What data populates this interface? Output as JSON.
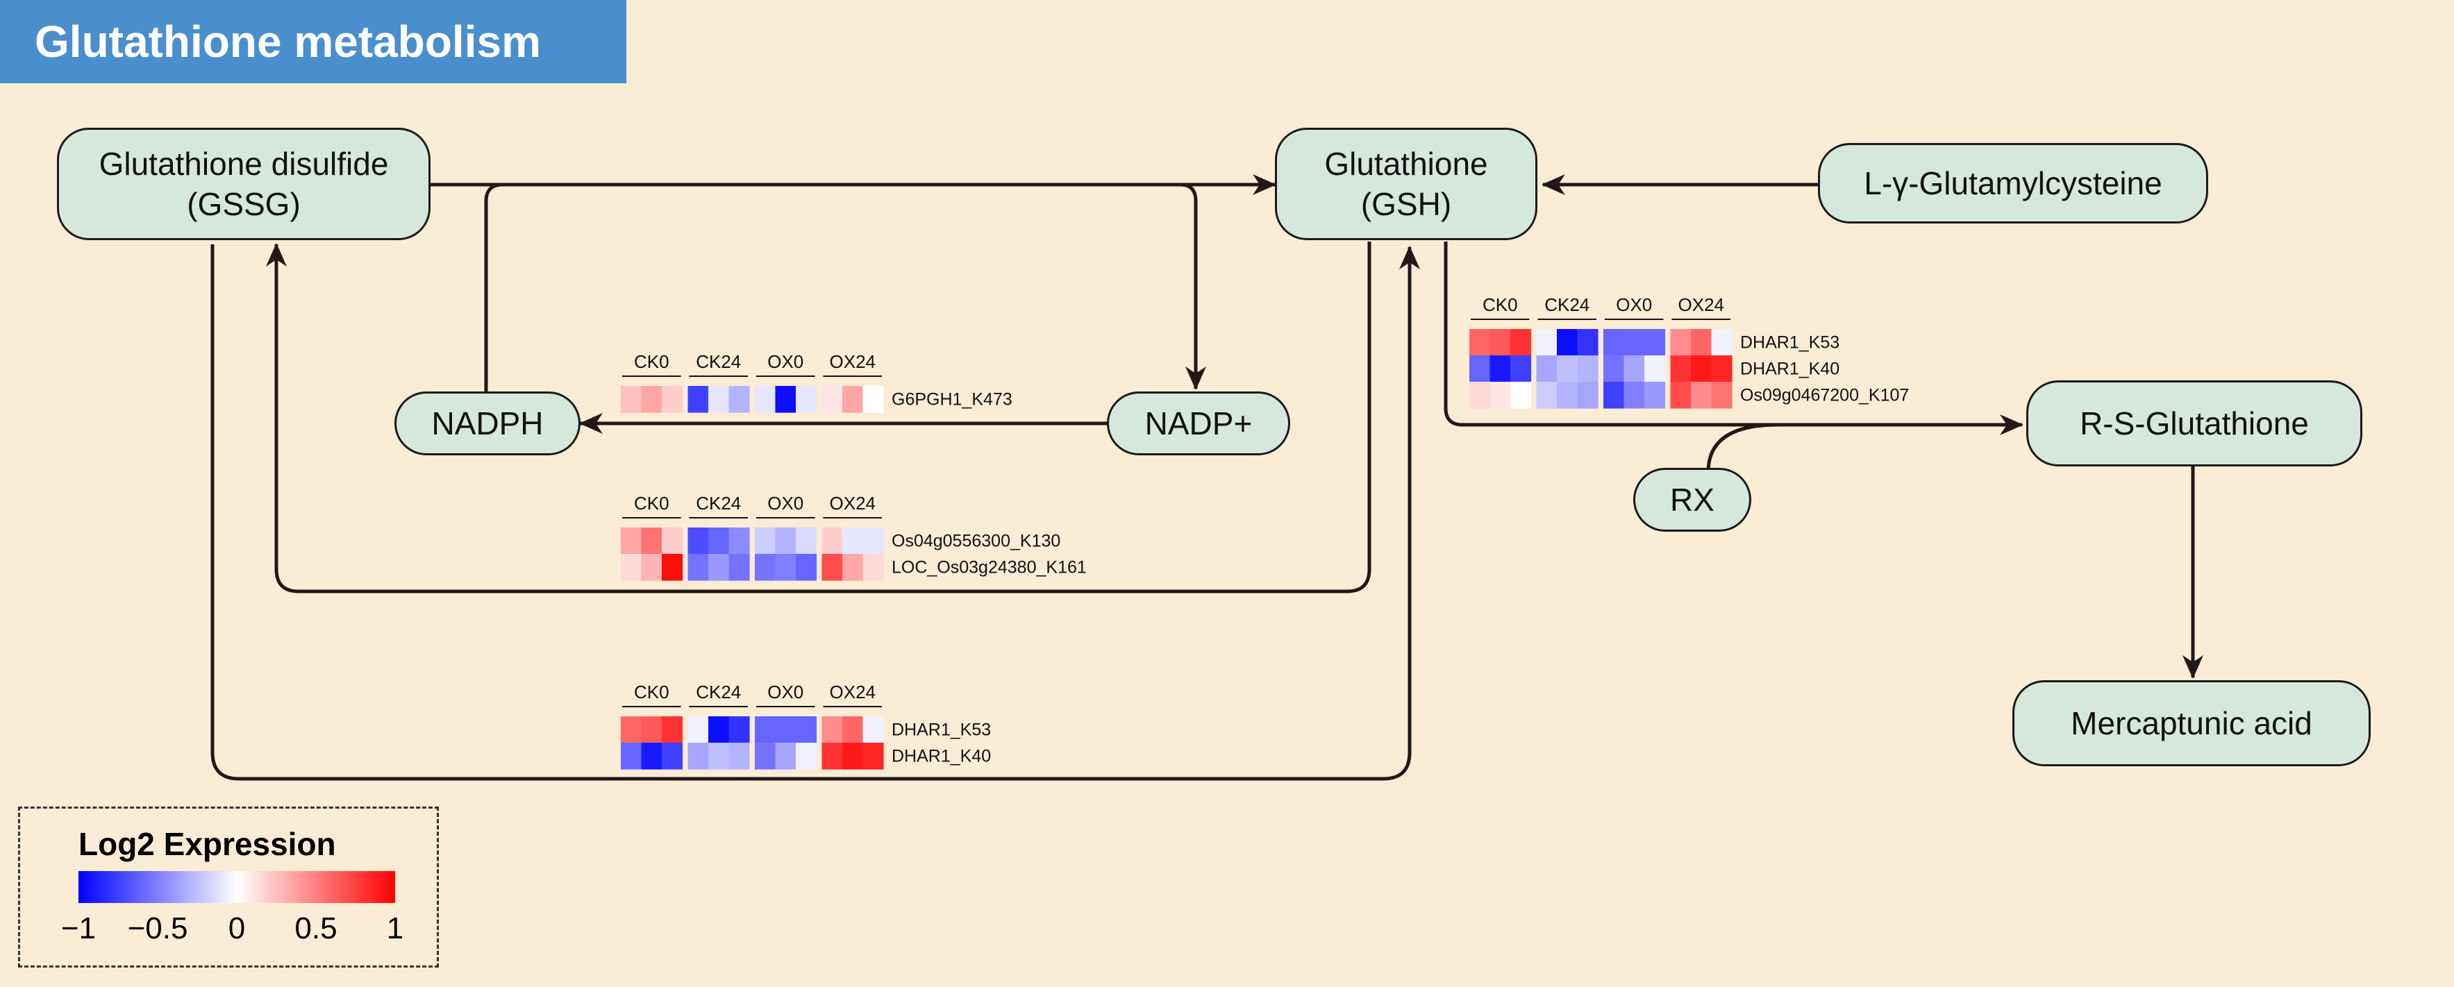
{
  "title": "Glutathione metabolism",
  "nodes": {
    "gssg": "Glutathione disulfide\n(GSSG)",
    "gsh": "Glutathione\n(GSH)",
    "glutamylcysteine": "L-γ-Glutamylcysteine",
    "nadph": "NADPH",
    "nadp": "NADP+",
    "rsglutathione": "R-S-Glutathione",
    "rx": "RX",
    "mercaptunic": "Mercaptunic acid"
  },
  "conditions": [
    "CK0",
    "CK24",
    "OX0",
    "OX24"
  ],
  "heatmaps": [
    {
      "id": "g6pgh",
      "rows": [
        {
          "label": "G6PGH1_K473",
          "values": [
            0.25,
            0.35,
            0.2,
            -0.75,
            -0.1,
            -0.3,
            -0.1,
            -0.95,
            -0.1,
            0.1,
            0.35,
            0.0
          ]
        }
      ]
    },
    {
      "id": "gssg-gsh",
      "rows": [
        {
          "label": "Os04g0556300_K130",
          "values": [
            0.35,
            0.55,
            0.2,
            -0.7,
            -0.6,
            -0.45,
            -0.2,
            -0.3,
            -0.15,
            0.2,
            -0.1,
            -0.1
          ]
        },
        {
          "label": "LOC_Os03g24380_K161",
          "values": [
            0.15,
            0.3,
            0.95,
            -0.55,
            -0.4,
            -0.55,
            -0.55,
            -0.5,
            -0.6,
            0.7,
            0.35,
            0.15
          ]
        }
      ]
    },
    {
      "id": "dhar-bottom",
      "rows": [
        {
          "label": "DHAR1_K53",
          "values": [
            0.6,
            0.65,
            0.8,
            -0.05,
            -0.95,
            -0.8,
            -0.6,
            -0.6,
            -0.6,
            0.45,
            0.6,
            -0.05
          ]
        },
        {
          "label": "DHAR1_K40",
          "values": [
            -0.6,
            -0.9,
            -0.75,
            -0.35,
            -0.25,
            -0.3,
            -0.55,
            -0.35,
            -0.05,
            0.8,
            0.9,
            0.85
          ]
        }
      ]
    },
    {
      "id": "dhar-right",
      "rows": [
        {
          "label": "DHAR1_K53",
          "values": [
            0.6,
            0.65,
            0.8,
            -0.05,
            -0.95,
            -0.8,
            -0.6,
            -0.6,
            -0.6,
            0.45,
            0.6,
            -0.05
          ]
        },
        {
          "label": "DHAR1_K40",
          "values": [
            -0.6,
            -0.9,
            -0.75,
            -0.35,
            -0.25,
            -0.3,
            -0.55,
            -0.35,
            -0.05,
            0.8,
            0.9,
            0.85
          ]
        },
        {
          "label": "Os09g0467200_K107",
          "values": [
            0.15,
            0.1,
            0.0,
            -0.2,
            -0.3,
            -0.35,
            -0.75,
            -0.5,
            -0.4,
            0.7,
            0.45,
            0.55
          ]
        }
      ]
    }
  ],
  "legend": {
    "title": "Log2 Expression",
    "ticks": [
      "−1",
      "−0.5",
      "0",
      "0.5",
      "1"
    ],
    "colors": {
      "low": "#0000ff",
      "mid": "#ffffff",
      "high": "#ff0000"
    }
  },
  "colors": {
    "background": "#faecd5",
    "title_bar": "#4a8fcd",
    "node_fill": "#d6e8dc",
    "stroke": "#231815"
  }
}
